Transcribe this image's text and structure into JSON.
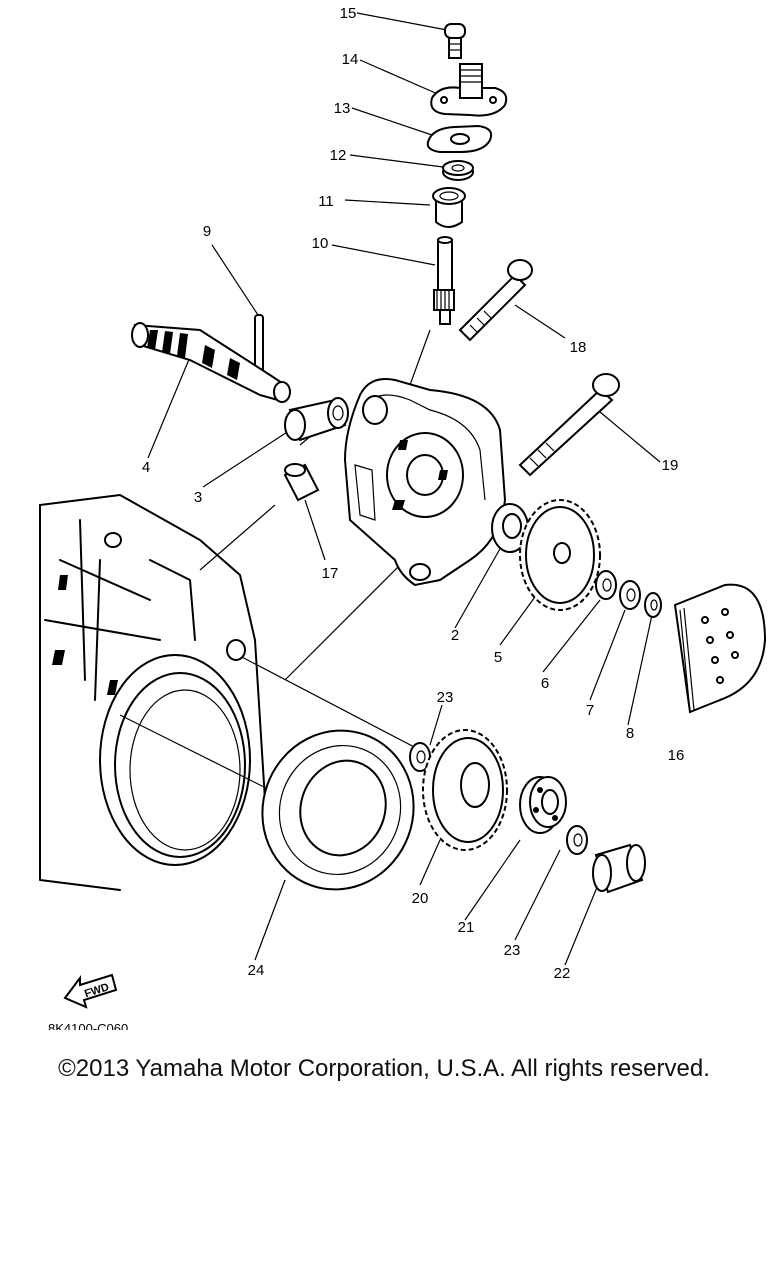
{
  "labels": {
    "p15": "15",
    "p14": "14",
    "p13": "13",
    "p12": "12",
    "p11": "11",
    "p10": "10",
    "p9": "9",
    "p18": "18",
    "p4": "4",
    "p3": "3",
    "p19": "19",
    "p17": "17",
    "p2": "2",
    "p5": "5",
    "p6": "6",
    "p7": "7",
    "p8": "8",
    "p16": "16",
    "p23a": "23",
    "p20": "20",
    "p21": "21",
    "p23b": "23",
    "p22": "22",
    "p24": "24"
  },
  "fwd_label": "FWD",
  "diagram_code": "8K4100-C060",
  "copyright": "©2013 Yamaha Motor Corporation, U.S.A. All rights reserved."
}
